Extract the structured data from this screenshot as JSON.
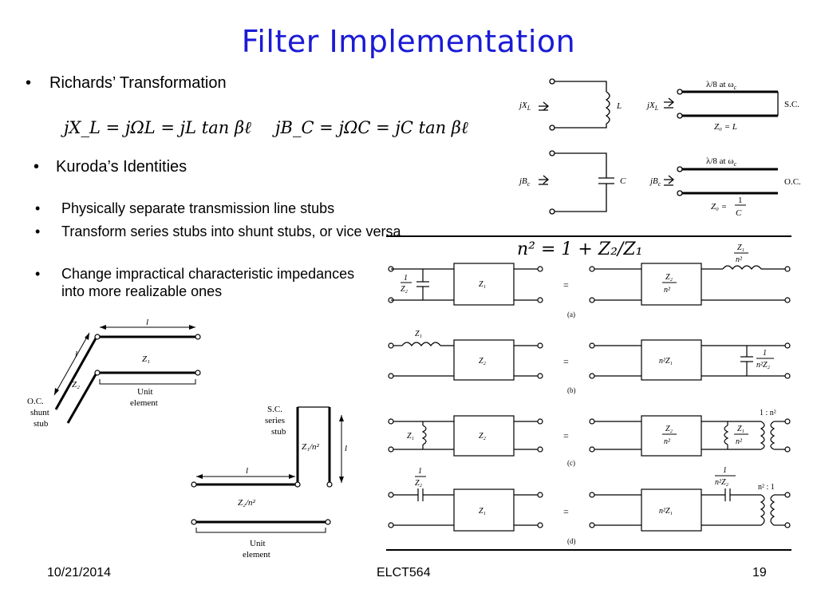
{
  "slide": {
    "title": "Filter Implementation",
    "bullets": {
      "richards": "Richards’ Transformation",
      "kuroda": "Kuroda’s Identities",
      "b1": "•",
      "b2": "•"
    },
    "equations": {
      "eq1": "jX_L = jΩL = jL tan βℓ",
      "eq2": "jB_C = jΩC = jC tan βℓ",
      "kuroda_n": "n² = 1 + Z₂/Z₁"
    },
    "sub_bullets": [
      {
        "dot": "•",
        "text": "Physically separate transmission line stubs"
      },
      {
        "dot": "•",
        "text": "Transform series stubs into shunt stubs, or vice versa"
      },
      {
        "dot": "•",
        "text": "Change impractical characteristic impedances into more realizable ones"
      }
    ],
    "footer": {
      "date": "10/21/2014",
      "course": "ELCT564",
      "page": "19"
    }
  },
  "richards_fig": {
    "jxl": "jX",
    "jxl_sub": "L",
    "L": "L",
    "jbc": "jB",
    "jbc_sub": "c",
    "C": "C",
    "lambda_label": "λ/8 at ω",
    "lambda_sub": "c",
    "sc": "S.C.",
    "oc": "O.C.",
    "z0_l": "Z₀ = L",
    "z0_c_pre": "Z₀ =",
    "one": "1",
    "c_den": "C"
  },
  "kuroda_fig": {
    "z1": "Z₁",
    "z2": "Z₂",
    "equals": "=",
    "labels": [
      "(a)",
      "(b)",
      "(c)",
      "(d)"
    ],
    "a_left_shunt": "1",
    "a_left_shunt_den": "Z₂",
    "a_right_box": "Z₂",
    "a_right_box_den": "n²",
    "a_right_series": "Z₁",
    "a_right_series_den": "n²",
    "b_right_box": "n²Z₁",
    "b_right_shunt": "1",
    "b_right_shunt_den": "n²Z₂",
    "c_ratio": "1 : n²",
    "c_right_box": "Z₂",
    "c_right_box_den": "n²",
    "c_right_shunt": "Z₁",
    "c_right_shunt_den": "n²",
    "d_left_series": "1",
    "d_left_series_den": "Z₂",
    "d_right_series": "1",
    "d_right_series_den": "n²Z₂",
    "d_ratio": "n² : 1",
    "d_right_box": "n²Z₁"
  },
  "stub_fig": {
    "l": "l",
    "z1": "Z₁",
    "z2": "Z₂",
    "oc_stub": [
      "O.C.",
      "shunt",
      "stub"
    ],
    "unit_element": [
      "Unit",
      "element"
    ],
    "sc_stub": [
      "S.C.",
      "series",
      "stub"
    ],
    "z1n2": "Z₁/n²",
    "z2n2": "Z₂/n²"
  }
}
